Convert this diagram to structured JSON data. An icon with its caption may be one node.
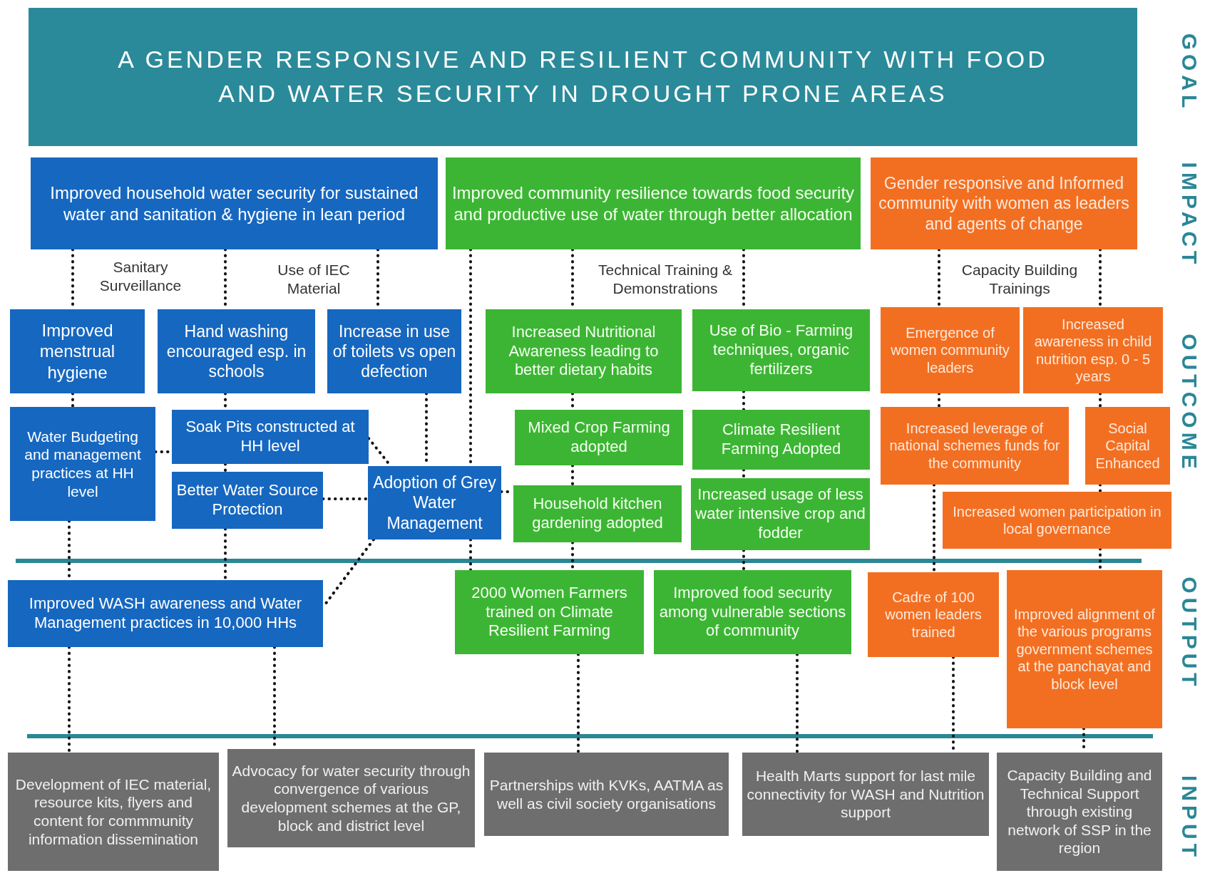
{
  "diagram": {
    "nodes": [
      {
        "text": [
          "A GENDER RESPONSIVE AND RESILIENT COMMUNITY WITH FOOD AND WATER SECURITY IN DROUGHT PRONE AREAS"
        ]
      },
      {
        "text": [
          "Improved household water security for sustained water and sanitation & hygiene in lean period"
        ]
      },
      {
        "text": [
          "Improved community resilience towards food security and productive use of water through better allocation"
        ]
      },
      {
        "text": [
          "Gender responsive and Informed community with women as leaders and agents of change"
        ]
      },
      {
        "text": [
          "Improved menstrual hygiene"
        ]
      },
      {
        "text": [
          "Hand washing encouraged esp. in schools"
        ]
      },
      {
        "text": [
          "Increase in use of toilets vs open defection"
        ]
      },
      {
        "text": [
          "Water Budgeting and management practices at HH level"
        ]
      },
      {
        "text": [
          "Soak Pits constructed at HH level"
        ]
      },
      {
        "text": [
          "Better Water Source Protection"
        ]
      },
      {
        "text": [
          "Adoption of Grey Water Management"
        ]
      },
      {
        "text": [
          "Increased Nutritional Awareness leading to better dietary habits"
        ]
      },
      {
        "text": [
          "Use of Bio - Farming techniques, organic fertilizers"
        ]
      },
      {
        "text": [
          "Mixed Crop Farming adopted"
        ]
      },
      {
        "text": [
          "Climate Resilient Farming Adopted"
        ]
      },
      {
        "text": [
          "Household kitchen gardening adopted"
        ]
      },
      {
        "text": [
          "Increased usage of less water intensive crop and fodder"
        ]
      },
      {
        "text": [
          "Emergence of women community leaders"
        ]
      },
      {
        "text": [
          "Increased awareness in child nutrition esp. 0 - 5 years"
        ]
      },
      {
        "text": [
          "Increased leverage of national schemes funds for the community"
        ]
      },
      {
        "text": [
          "Social Capital Enhanced"
        ]
      },
      {
        "text": [
          "Increased women participation in local governance"
        ]
      },
      {
        "text": [
          "Improved WASH awareness and Water Management practices in 10,000 HHs"
        ]
      },
      {
        "text": [
          "2000 Women Farmers trained on Climate Resilient Farming"
        ]
      },
      {
        "text": [
          "Improved food security among vulnerable sections of community"
        ]
      },
      {
        "text": [
          "Cadre of 100 women leaders trained"
        ]
      },
      {
        "text": [
          "Improved alignment of the various programs government schemes at the panchayat and block level"
        ]
      },
      {
        "text": [
          "Development of IEC material, resource kits, flyers and content for commmunity information dissemination"
        ]
      },
      {
        "text": [
          "Advocacy for water security through convergence of various development schemes at the GP, block and district level"
        ]
      },
      {
        "text": [
          "Partnerships with KVKs, AATMA as well as civil society organisations"
        ]
      },
      {
        "text": [
          "Health Marts support for last mile connectivity for WASH and Nutrition support"
        ]
      },
      {
        "text": [
          "Capacity Building and Technical Support through existing network of SSP in the region"
        ]
      }
    ],
    "edges": [
      {
        "from": 1,
        "to": 4,
        "arrow": "none"
      },
      {
        "from": 1,
        "to": 5,
        "arrow": "none"
      },
      {
        "from": 1,
        "to": 6,
        "arrow": "none"
      },
      {
        "from": 4,
        "to": 7,
        "arrow": "none"
      },
      {
        "from": 5,
        "to": 8,
        "arrow": "none"
      },
      {
        "from": 8,
        "to": 9,
        "arrow": "none"
      },
      {
        "from": 6,
        "to": 10,
        "arrow": "none"
      },
      {
        "from": 7,
        "to": 8,
        "arrow": "none"
      },
      {
        "from": 8,
        "to": 10,
        "arrow": "none"
      },
      {
        "from": 9,
        "to": 10,
        "arrow": "none"
      },
      {
        "from": 10,
        "to": 15,
        "arrow": "none"
      },
      {
        "from": 7,
        "to": 22,
        "arrow": "none"
      },
      {
        "from": 9,
        "to": 22,
        "arrow": "none"
      },
      {
        "from": 10,
        "to": 22,
        "arrow": "none"
      },
      {
        "from": 22,
        "to": 27,
        "arrow": "none"
      },
      {
        "from": 22,
        "to": 28,
        "arrow": "none"
      },
      {
        "from": 2,
        "to": 10,
        "arrow": "none"
      },
      {
        "from": 10,
        "to": 23,
        "arrow": "none"
      },
      {
        "from": 2,
        "to": 11,
        "arrow": "none"
      },
      {
        "from": 11,
        "to": 13,
        "arrow": "none"
      },
      {
        "from": 13,
        "to": 15,
        "arrow": "none"
      },
      {
        "from": 15,
        "to": 23,
        "arrow": "none"
      },
      {
        "from": 2,
        "to": 12,
        "arrow": "none"
      },
      {
        "from": 12,
        "to": 14,
        "arrow": "none"
      },
      {
        "from": 14,
        "to": 16,
        "arrow": "none"
      },
      {
        "from": 16,
        "to": 24,
        "arrow": "none"
      },
      {
        "from": 23,
        "to": 29,
        "arrow": "none"
      },
      {
        "from": 24,
        "to": 30,
        "arrow": "none"
      },
      {
        "from": 3,
        "to": 17,
        "arrow": "none"
      },
      {
        "from": 17,
        "to": 19,
        "arrow": "none"
      },
      {
        "from": 19,
        "to": 25,
        "arrow": "none"
      },
      {
        "from": 3,
        "to": 18,
        "arrow": "none"
      },
      {
        "from": 18,
        "to": 20,
        "arrow": "none"
      },
      {
        "from": 20,
        "to": 21,
        "arrow": "none"
      },
      {
        "from": 21,
        "to": 26,
        "arrow": "none"
      },
      {
        "from": 25,
        "to": 30,
        "arrow": "none"
      },
      {
        "from": 26,
        "to": 31,
        "arrow": "none"
      }
    ],
    "labels": [
      "GOAL",
      "IMPACT",
      "Sanitary Surveillance",
      "Use of IEC Material",
      "Technical Training & Demonstrations",
      "Capacity Building Trainings",
      "OUTCOME",
      "OUTPUT",
      "INPUT"
    ]
  }
}
